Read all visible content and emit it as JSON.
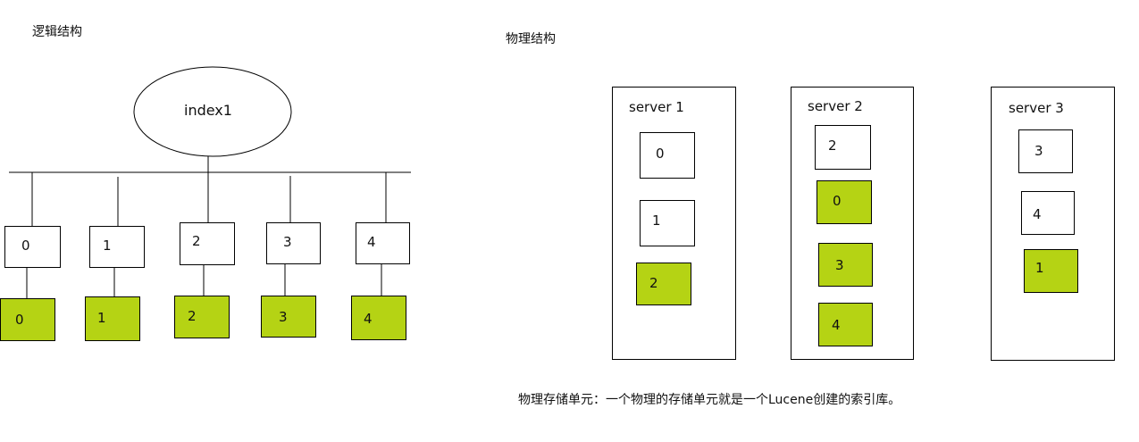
{
  "logical": {
    "title": "逻辑结构",
    "index_name": "index1",
    "shards": [
      "0",
      "1",
      "2",
      "3",
      "4"
    ],
    "replicas": [
      "0",
      "1",
      "2",
      "3",
      "4"
    ]
  },
  "physical": {
    "title": "物理结构",
    "servers": [
      {
        "name": "server  1",
        "boxes": [
          {
            "label": "0",
            "replica": false
          },
          {
            "label": "1",
            "replica": false
          },
          {
            "label": "2",
            "replica": true
          }
        ]
      },
      {
        "name": "server  2",
        "boxes": [
          {
            "label": "2",
            "replica": false
          },
          {
            "label": "0",
            "replica": true
          },
          {
            "label": "3",
            "replica": true
          },
          {
            "label": "4",
            "replica": true
          }
        ]
      },
      {
        "name": "server  3",
        "boxes": [
          {
            "label": "3",
            "replica": false
          },
          {
            "label": "4",
            "replica": false
          },
          {
            "label": "1",
            "replica": true
          }
        ]
      }
    ],
    "caption": "物理存储单元：一个物理的存储单元就是一个Lucene创建的索引库。"
  },
  "colors": {
    "replica": "#b5d314",
    "line": "#000000"
  }
}
